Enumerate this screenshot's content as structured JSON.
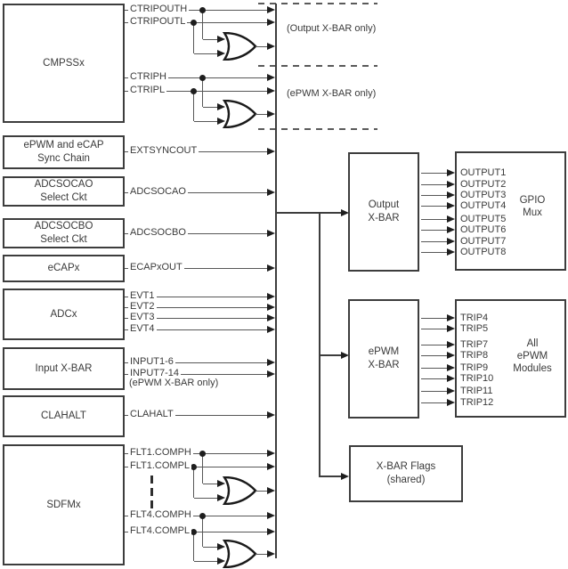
{
  "colors": {
    "background": "#ffffff",
    "block_border": "#3d3d3d",
    "signal_line": "#575757",
    "arrowhead": "#1e1e1e",
    "text": "#3a3a3a"
  },
  "source_blocks": [
    {
      "label": "CMPSSx"
    },
    {
      "label": "ePWM and eCAP\nSync Chain"
    },
    {
      "label": "ADCSOCAO\nSelect Ckt"
    },
    {
      "label": "ADCSOCBO\nSelect Ckt"
    },
    {
      "label": "eCAPx"
    },
    {
      "label": "ADCx"
    },
    {
      "label": "Input X-BAR"
    },
    {
      "label": "CLAHALT"
    },
    {
      "label": "SDFMx"
    }
  ],
  "signals": [
    {
      "label": "CTRIPOUTH"
    },
    {
      "label": "CTRIPOUTL"
    },
    {
      "label": "CTRIPH"
    },
    {
      "label": "CTRIPL"
    },
    {
      "label": "EXTSYNCOUT"
    },
    {
      "label": "ADCSOCAO"
    },
    {
      "label": "ADCSOCBO"
    },
    {
      "label": "ECAPxOUT"
    },
    {
      "label": "EVT1"
    },
    {
      "label": "EVT2"
    },
    {
      "label": "EVT3"
    },
    {
      "label": "EVT4"
    },
    {
      "label": "INPUT1-6"
    },
    {
      "label": "INPUT7-14"
    },
    {
      "label": "CLAHALT"
    },
    {
      "label": "FLT1.COMPH"
    },
    {
      "label": "FLT1.COMPL"
    },
    {
      "label": "FLT4.COMPH"
    },
    {
      "label": "FLT4.COMPL"
    }
  ],
  "annotations": {
    "output_xbar_only": "(Output X-BAR only)",
    "epwm_xbar_only_top": "(ePWM X-BAR only)",
    "epwm_xbar_only_input": "(ePWM X-BAR only)"
  },
  "xbar_blocks": [
    {
      "label": "Output\nX-BAR"
    },
    {
      "label": "ePWM\nX-BAR"
    },
    {
      "label": "X-BAR Flags\n(shared)"
    }
  ],
  "dest_blocks": [
    {
      "label": "GPIO\nMux"
    },
    {
      "label": "All\nePWM\nModules"
    }
  ],
  "outputs": [
    "OUTPUT1",
    "OUTPUT2",
    "OUTPUT3",
    "OUTPUT4",
    "OUTPUT5",
    "OUTPUT6",
    "OUTPUT7",
    "OUTPUT8"
  ],
  "trips": [
    "TRIP4",
    "TRIP5",
    "TRIP7",
    "TRIP8",
    "TRIP9",
    "TRIP10",
    "TRIP11",
    "TRIP12"
  ]
}
